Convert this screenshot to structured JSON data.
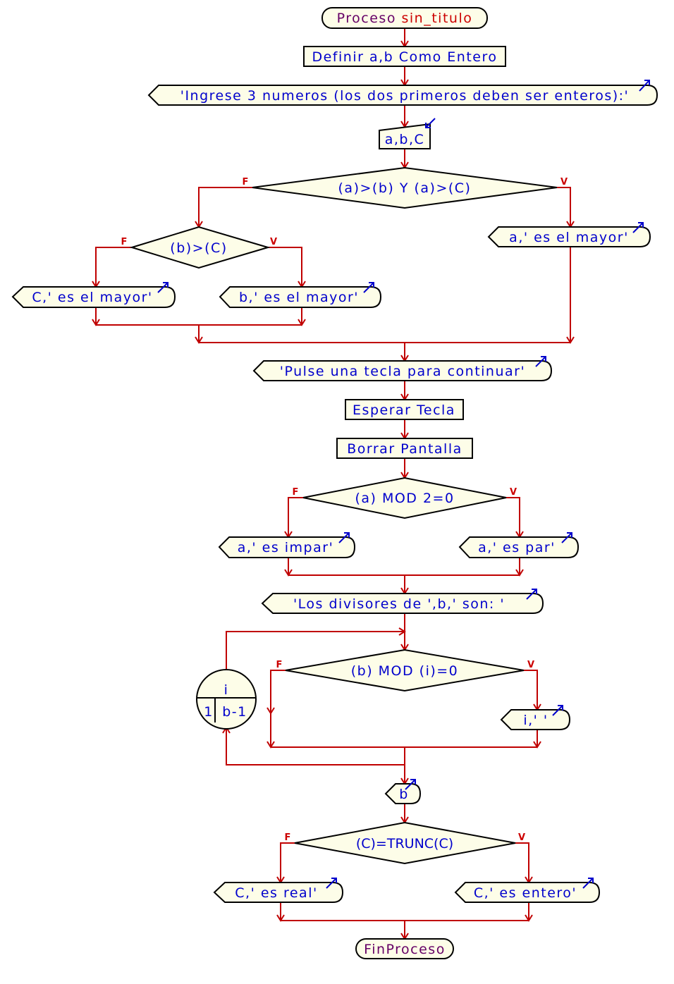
{
  "flowchart": {
    "start": {
      "keyword": "Proceso",
      "name": "sin_titulo"
    },
    "define": "Definir a,b Como Entero",
    "output_prompt": "'Ingrese 3 numeros (los dos primeros deben ser enteros):'",
    "input_vars": "a,b,C",
    "decision_1": {
      "condition": "(a)>(b) Y (a)>(C)",
      "false_label": "F",
      "true_label": "V"
    },
    "decision_1_true_output": "a,' es el mayor'",
    "decision_2": {
      "condition": "(b)>(C)",
      "false_label": "F",
      "true_label": "V"
    },
    "decision_2_false_output": "C,' es el mayor'",
    "decision_2_true_output": "b,' es el mayor'",
    "output_pause": "'Pulse una tecla para continuar'",
    "wait_key": "Esperar Tecla",
    "clear_screen": "Borrar Pantalla",
    "decision_3": {
      "condition": "(a) MOD 2=0",
      "false_label": "F",
      "true_label": "V"
    },
    "decision_3_false_output": "a,' es impar'",
    "decision_3_true_output": "a,' es par'",
    "output_divisors": "'Los divisores de ',b,' son: '",
    "loop": {
      "variable": "i",
      "start": "1",
      "end": "b-1"
    },
    "decision_4": {
      "condition": "(b) MOD (i)=0",
      "false_label": "F",
      "true_label": "V"
    },
    "decision_4_true_output": "i,' '",
    "output_b": "b",
    "decision_5": {
      "condition": "(C)=TRUNC(C)",
      "false_label": "F",
      "true_label": "V"
    },
    "decision_5_false_output": "C,' es real'",
    "decision_5_true_output": "C,' es entero'",
    "end": "FinProceso"
  },
  "colors": {
    "flow": "#c00000",
    "shape_fill": "#fdfde8",
    "text": "#0000cc",
    "terminal_text": "#660066",
    "keyword": "#cc0000"
  }
}
